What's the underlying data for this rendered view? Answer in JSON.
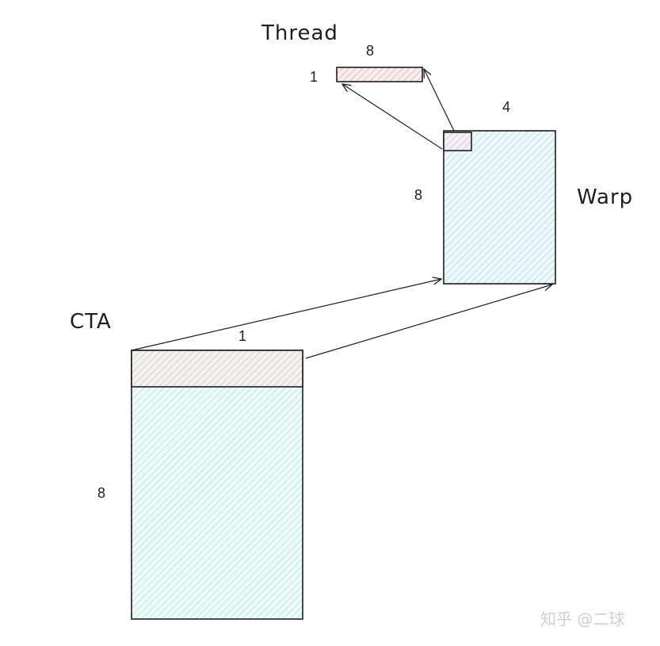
{
  "labels": {
    "thread": "Thread",
    "warp": "Warp",
    "cta": "CTA"
  },
  "dimensions": {
    "thread_width": "8",
    "thread_height": "1",
    "warp_width": "4",
    "warp_height": "8",
    "cta_width": "1",
    "cta_height": "8"
  },
  "watermark": "知乎 @二球",
  "colors": {
    "thread_fill": "#f3d6d6",
    "warp_fill": "#c5e8f2",
    "warp_thread_cell": "#e3d8ec",
    "cta_top_row": "#ddd8d2",
    "cta_fill": "#c2f0ec",
    "stroke": "#1e1e1e"
  }
}
